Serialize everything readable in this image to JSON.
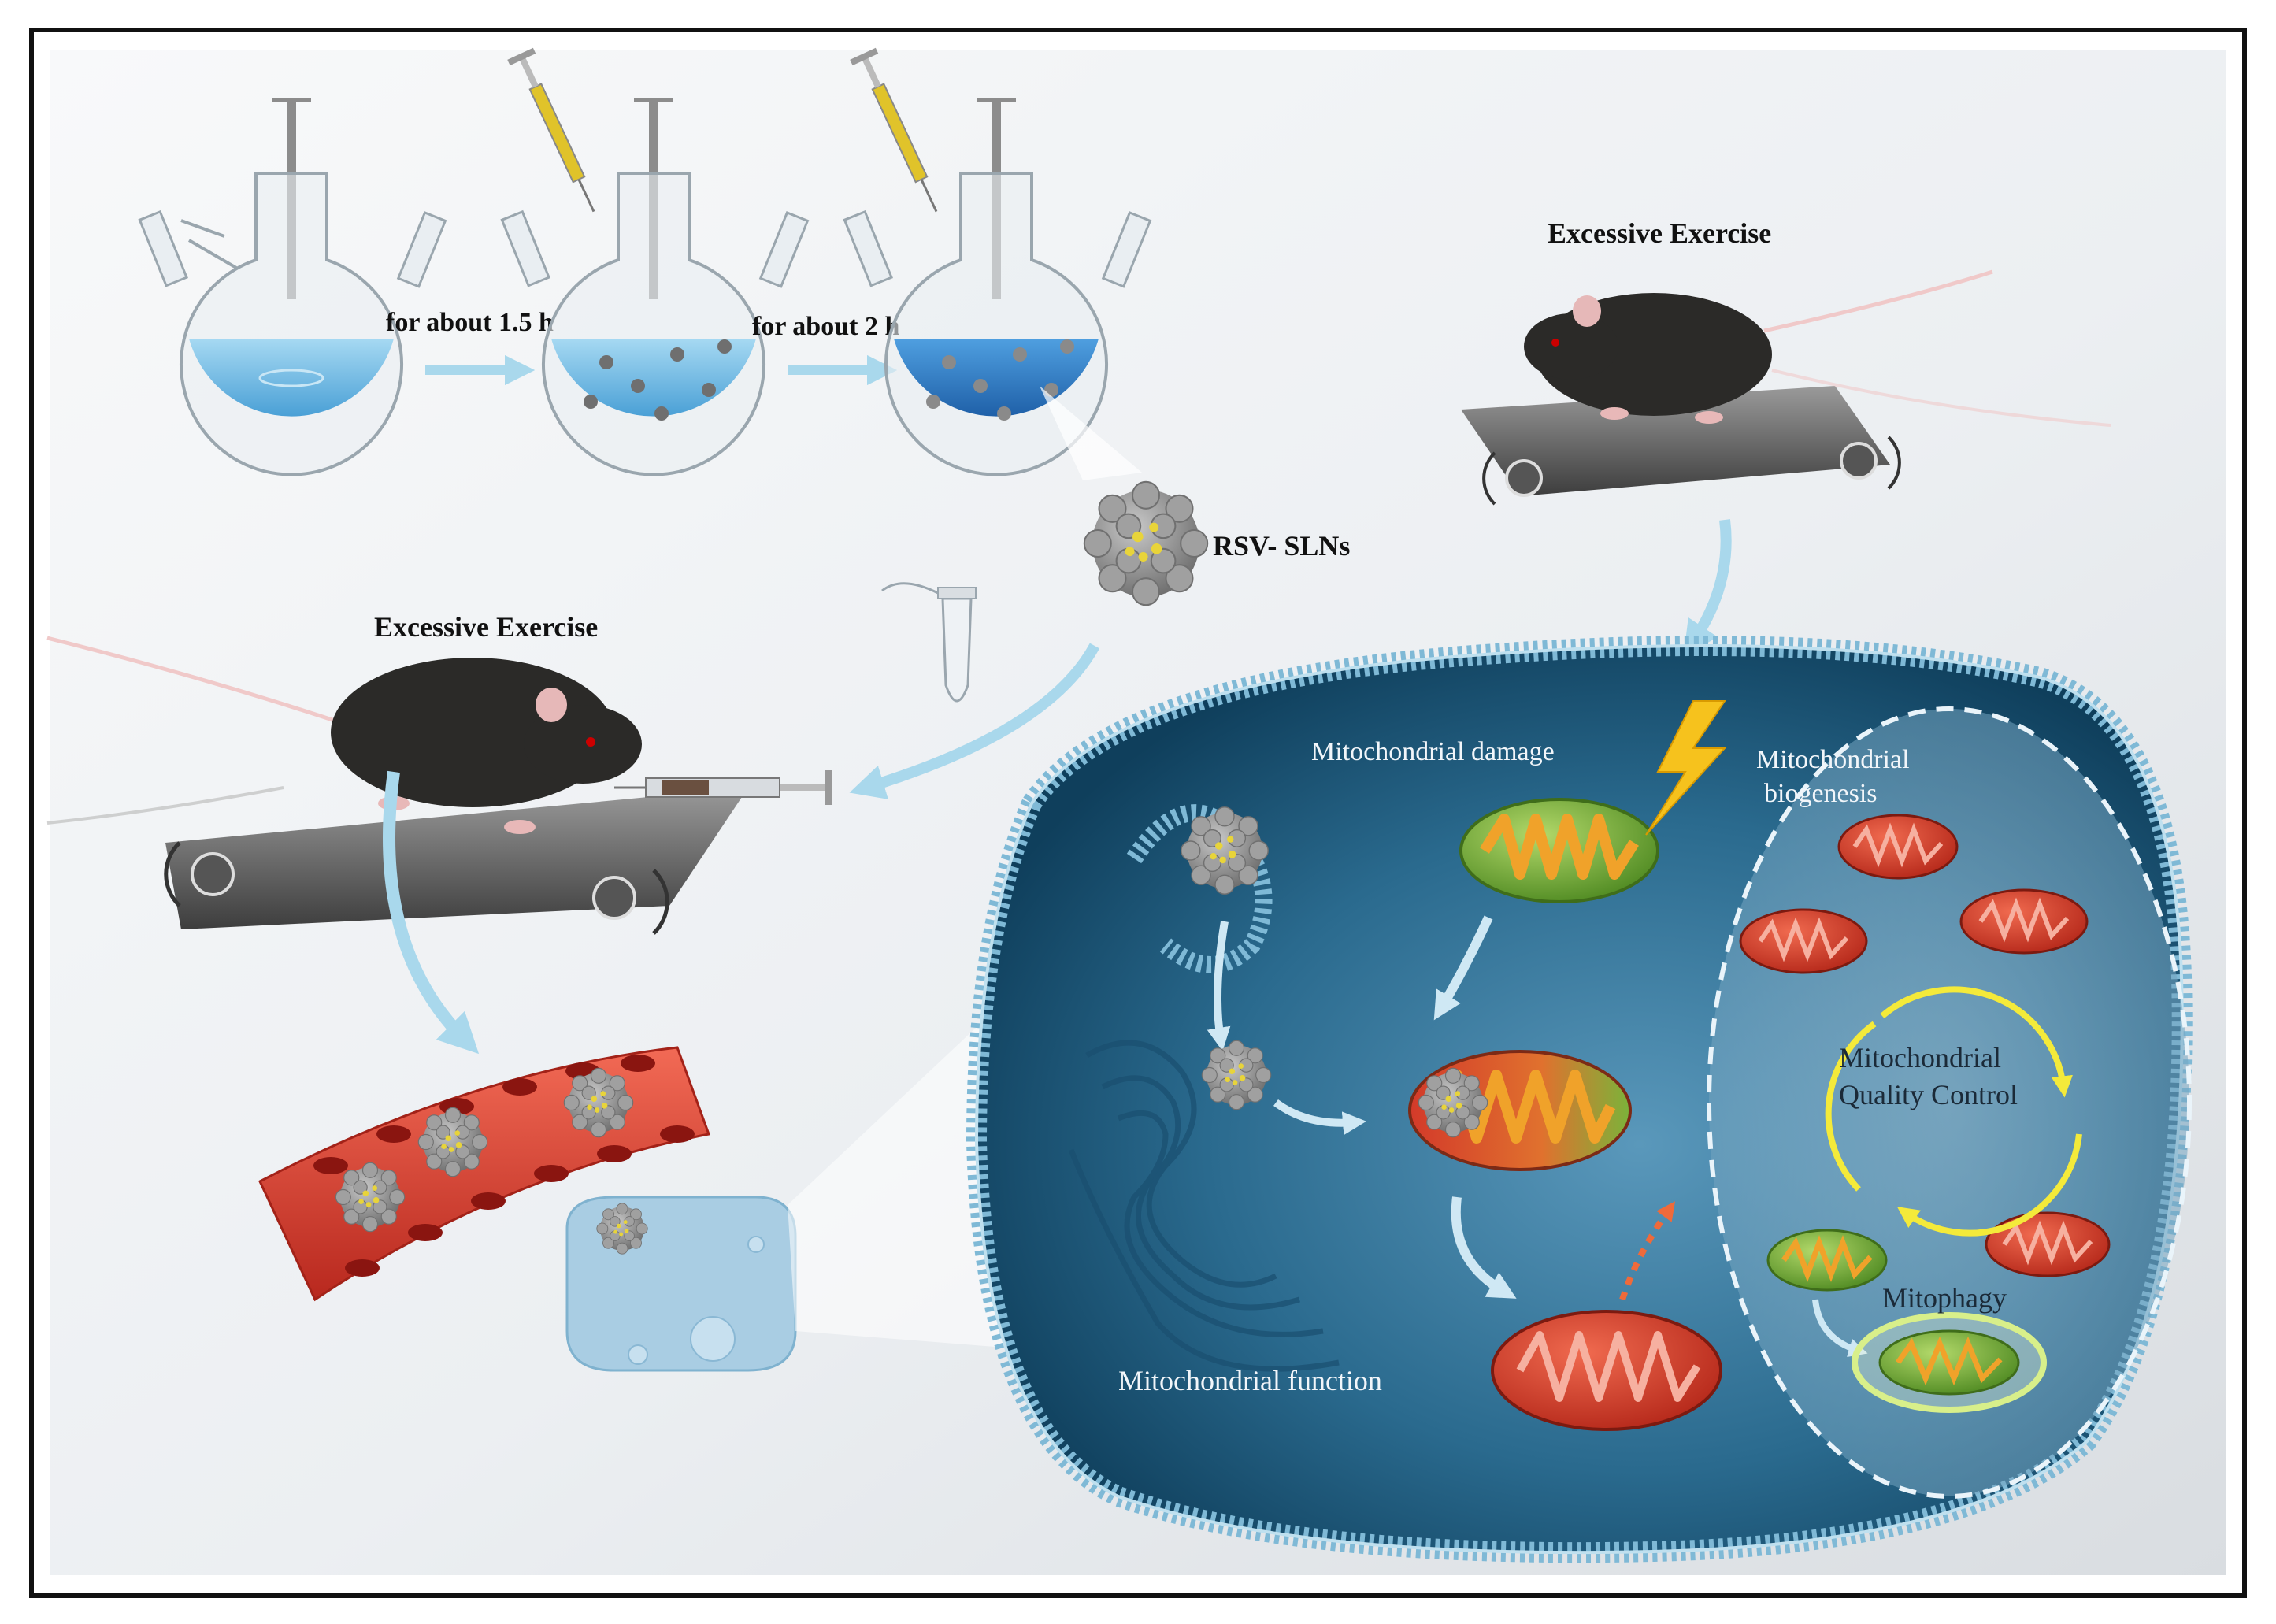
{
  "labels": {
    "step1": "for about 1.5 h",
    "step2": "for about 2 h",
    "nanoparticle": "RSV- SLNs",
    "exercise_right": "Excessive Exercise",
    "exercise_left": "Excessive Exercise",
    "mito_damage": "Mitochondrial  damage",
    "mito_biogenesis_line1": "Mitochondrial",
    "mito_biogenesis_line2": "biogenesis",
    "qc_line1": "Mitochondrial",
    "qc_line2": "Quality Control",
    "mitophagy": "Mitophagy",
    "mito_function": "Mitochondrial function"
  },
  "colors": {
    "background": "#ffffff",
    "panel_fill": "#eef1f4",
    "cell_membrane": "#7fb9d6",
    "cytoplasm_dark": "#0f3f5c",
    "cytoplasm_light": "#4f8fb2",
    "arrow_blue": "#a9d8ec",
    "flask_liquid": "#7bbfe4",
    "flask_liquid_dark": "#2d7fc4",
    "vessel_red": "#e2463a",
    "mito_red": "#d33a2a",
    "mito_green": "#7bb33a",
    "mito_orange": "#f0a22a",
    "cycle_yellow": "#f4ea3a",
    "lightning": "#f6c21d",
    "mouse_fur": "#2b2a28",
    "treadmill": "#5a5a5a",
    "nanoparticle_gray": "#8c8c8c",
    "nanoparticle_dot": "#e8d43a"
  },
  "icons": [
    "flask-icon",
    "syringe-icon",
    "mouse-icon",
    "treadmill-icon",
    "nanoparticle-icon",
    "mitochondrion-icon",
    "lightning-icon",
    "tube-icon",
    "blood-vessel-icon",
    "cell-icon"
  ]
}
